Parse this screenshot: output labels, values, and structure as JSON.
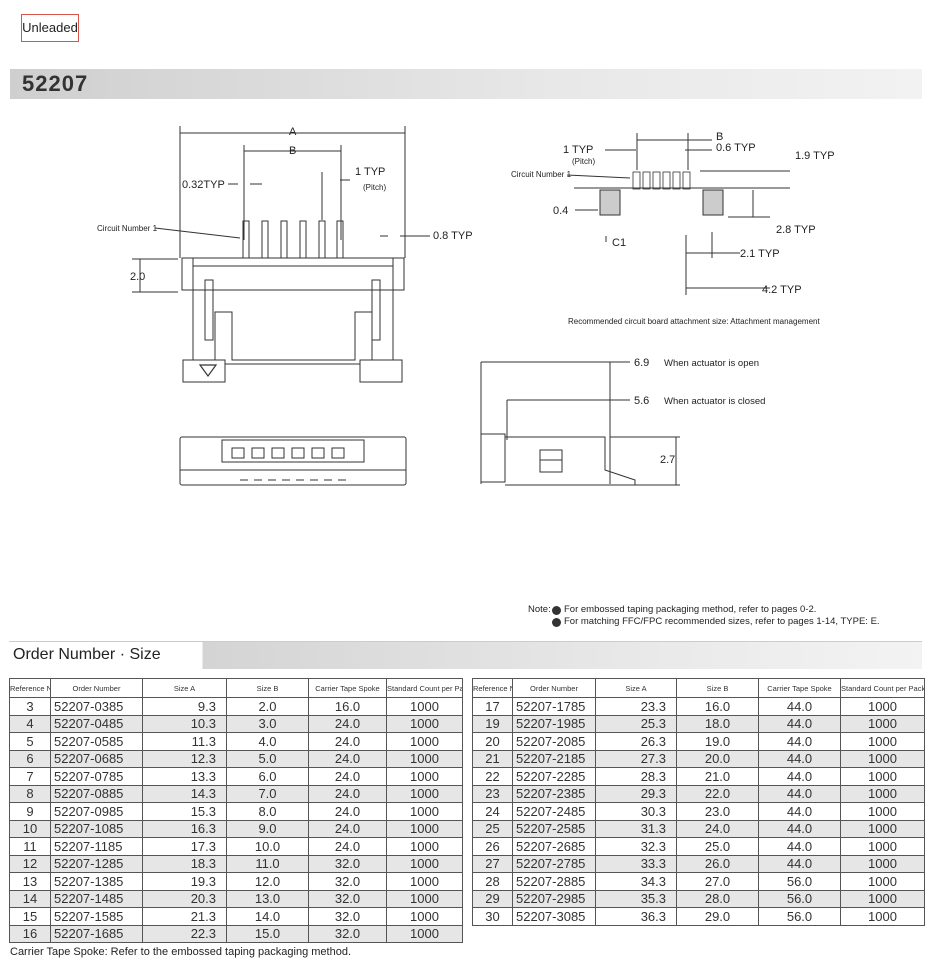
{
  "badge": "Unleaded",
  "series_title": "52207",
  "drawing": {
    "dim_a": "A",
    "dim_b": "B",
    "dim_032": "0.32TYP",
    "dim_1typ": "1 TYP",
    "pitch": "(Pitch)",
    "circuit1": "Circuit Number 1",
    "dim_08": "0.8 TYP",
    "dim_20": "2.0",
    "rp_dim_b": "B",
    "rp_1typ": "1 TYP",
    "rp_pitch": "(Pitch)",
    "rp_06": "0.6 TYP",
    "rp_19": "1.9 TYP",
    "rp_circuit1": "Circuit Number 1",
    "rp_04": "0.4",
    "rp_28": "2.8 TYP",
    "rp_21": "2.1 TYP",
    "rp_42": "4.2 TYP",
    "rp_c1": "C1",
    "rp_caption": "Recommended circuit board attachment size: Attachment management",
    "dim_69": "6.9",
    "open_label": "When actuator is open",
    "dim_56": "5.6",
    "closed_label": "When actuator is closed",
    "dim_27": "2.7"
  },
  "note": {
    "label": "Note:",
    "items": [
      "For embossed taping packaging method, refer to pages 0-2.",
      "For matching FFC/FPC recommended sizes, refer to pages 1-14, TYPE: E."
    ]
  },
  "section_title": "Order Number · Size",
  "table": {
    "headers": [
      "Reference Number",
      "Order Number",
      "Size A",
      "Size B",
      "Carrier Tape Spoke",
      "Standard Count per Package"
    ],
    "left_rows": [
      [
        "3",
        "52207-0385",
        "9.3",
        "2.0",
        "16.0",
        "1000"
      ],
      [
        "4",
        "52207-0485",
        "10.3",
        "3.0",
        "24.0",
        "1000"
      ],
      [
        "5",
        "52207-0585",
        "11.3",
        "4.0",
        "24.0",
        "1000"
      ],
      [
        "6",
        "52207-0685",
        "12.3",
        "5.0",
        "24.0",
        "1000"
      ],
      [
        "7",
        "52207-0785",
        "13.3",
        "6.0",
        "24.0",
        "1000"
      ],
      [
        "8",
        "52207-0885",
        "14.3",
        "7.0",
        "24.0",
        "1000"
      ],
      [
        "9",
        "52207-0985",
        "15.3",
        "8.0",
        "24.0",
        "1000"
      ],
      [
        "10",
        "52207-1085",
        "16.3",
        "9.0",
        "24.0",
        "1000"
      ],
      [
        "11",
        "52207-1185",
        "17.3",
        "10.0",
        "24.0",
        "1000"
      ],
      [
        "12",
        "52207-1285",
        "18.3",
        "11.0",
        "32.0",
        "1000"
      ],
      [
        "13",
        "52207-1385",
        "19.3",
        "12.0",
        "32.0",
        "1000"
      ],
      [
        "14",
        "52207-1485",
        "20.3",
        "13.0",
        "32.0",
        "1000"
      ],
      [
        "15",
        "52207-1585",
        "21.3",
        "14.0",
        "32.0",
        "1000"
      ],
      [
        "16",
        "52207-1685",
        "22.3",
        "15.0",
        "32.0",
        "1000"
      ]
    ],
    "right_rows": [
      [
        "17",
        "52207-1785",
        "23.3",
        "16.0",
        "44.0",
        "1000"
      ],
      [
        "19",
        "52207-1985",
        "25.3",
        "18.0",
        "44.0",
        "1000"
      ],
      [
        "20",
        "52207-2085",
        "26.3",
        "19.0",
        "44.0",
        "1000"
      ],
      [
        "21",
        "52207-2185",
        "27.3",
        "20.0",
        "44.0",
        "1000"
      ],
      [
        "22",
        "52207-2285",
        "28.3",
        "21.0",
        "44.0",
        "1000"
      ],
      [
        "23",
        "52207-2385",
        "29.3",
        "22.0",
        "44.0",
        "1000"
      ],
      [
        "24",
        "52207-2485",
        "30.3",
        "23.0",
        "44.0",
        "1000"
      ],
      [
        "25",
        "52207-2585",
        "31.3",
        "24.0",
        "44.0",
        "1000"
      ],
      [
        "26",
        "52207-2685",
        "32.3",
        "25.0",
        "44.0",
        "1000"
      ],
      [
        "27",
        "52207-2785",
        "33.3",
        "26.0",
        "44.0",
        "1000"
      ],
      [
        "28",
        "52207-2885",
        "34.3",
        "27.0",
        "56.0",
        "1000"
      ],
      [
        "29",
        "52207-2985",
        "35.3",
        "28.0",
        "56.0",
        "1000"
      ],
      [
        "30",
        "52207-3085",
        "36.3",
        "29.0",
        "56.0",
        "1000"
      ]
    ]
  },
  "footer": "Carrier Tape Spoke: Refer to the embossed taping packaging method."
}
